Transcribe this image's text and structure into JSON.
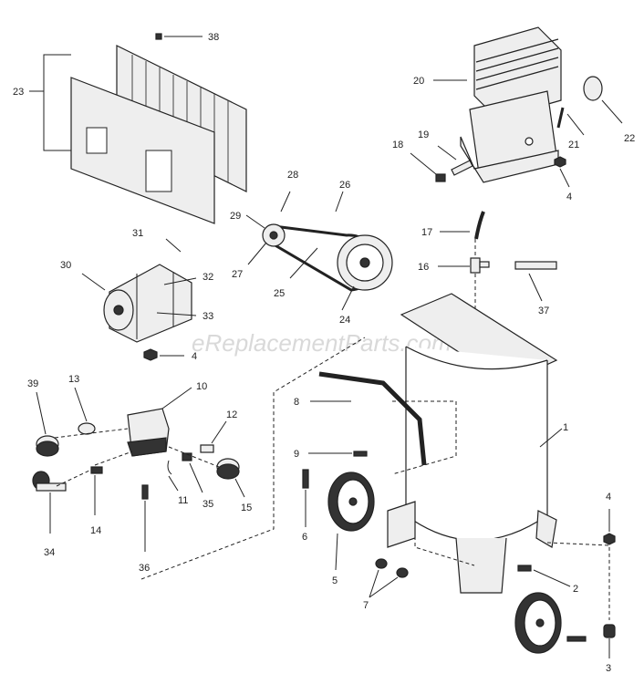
{
  "watermark": "eReplacementParts.com",
  "callouts": {
    "c1": "1",
    "c2": "2",
    "c3": "3",
    "c4a": "4",
    "c4b": "4",
    "c4c": "4",
    "c5": "5",
    "c6": "6",
    "c7": "7",
    "c8": "8",
    "c9": "9",
    "c10": "10",
    "c11": "11",
    "c12": "12",
    "c13": "13",
    "c14": "14",
    "c15": "15",
    "c16": "16",
    "c17": "17",
    "c18": "18",
    "c19": "19",
    "c20": "20",
    "c21": "21",
    "c22": "22",
    "c23": "23",
    "c24": "24",
    "c25": "25",
    "c26": "26",
    "c27": "27",
    "c28": "28",
    "c29": "29",
    "c30": "30",
    "c31": "31",
    "c32": "32",
    "c33": "33",
    "c34": "34",
    "c35": "35",
    "c36": "36",
    "c37": "37",
    "c38": "38",
    "c39": "39"
  }
}
